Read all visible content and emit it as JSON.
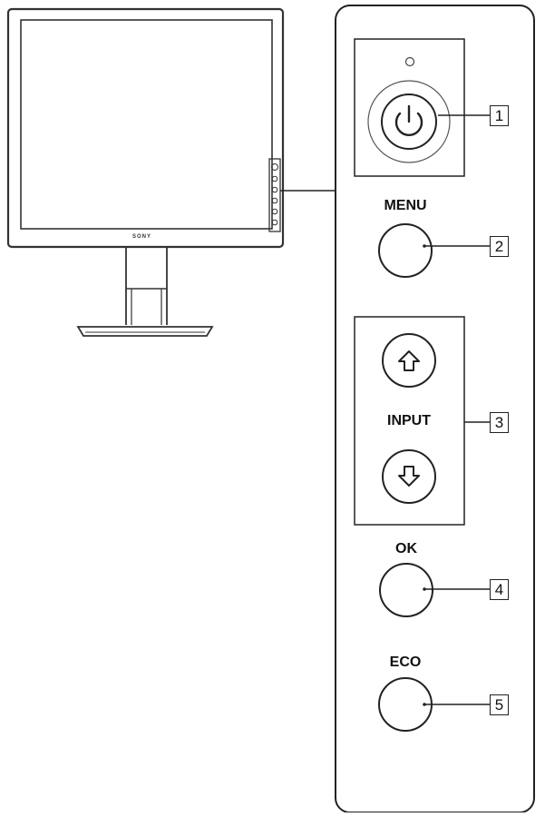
{
  "monitor": {
    "brand": "SONY"
  },
  "panel": {
    "buttons": [
      {
        "id": "power",
        "label": "",
        "callout": "1",
        "icon": "power-icon"
      },
      {
        "id": "menu",
        "label": "MENU",
        "callout": "2"
      },
      {
        "id": "up",
        "label": "",
        "callout": "3",
        "icon": "arrow-up-icon"
      },
      {
        "id": "input",
        "label": "INPUT"
      },
      {
        "id": "down",
        "label": "",
        "icon": "arrow-down-icon"
      },
      {
        "id": "ok",
        "label": "OK",
        "callout": "4"
      },
      {
        "id": "eco",
        "label": "ECO",
        "callout": "5"
      }
    ]
  },
  "colors": {
    "line": "#222222",
    "fill": "#ffffff",
    "screen_border": "#333333"
  }
}
